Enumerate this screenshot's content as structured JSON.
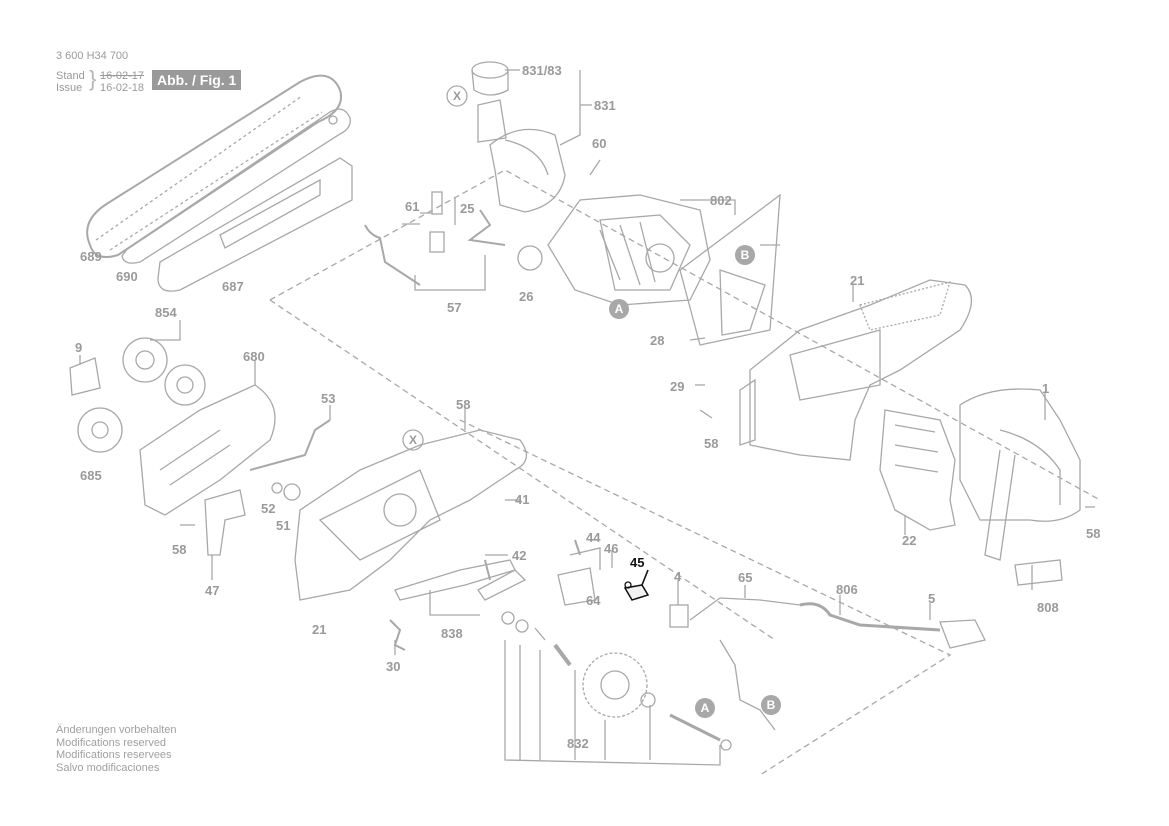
{
  "header": {
    "part_number": "3 600 H34 700",
    "stand_label": "Stand",
    "issue_label": "Issue",
    "stand_date": "16-02-17",
    "issue_date": "16-02-18",
    "figure_label": "Abb. / Fig. 1"
  },
  "notes": [
    "Änderungen vorbehalten",
    "Modifications reserved",
    "Modifications reservees",
    "Salvo modificaciones"
  ],
  "callouts": {
    "c831_83": "831/83",
    "c831": "831",
    "c60": "60",
    "c802": "802",
    "c61": "61",
    "c25": "25",
    "c689": "689",
    "c690": "690",
    "c687": "687",
    "c57": "57",
    "c26": "26",
    "c21a": "21",
    "c28": "28",
    "c29": "29",
    "c58a": "58",
    "c854": "854",
    "c9": "9",
    "c680": "680",
    "c53": "53",
    "c58b": "58",
    "c1": "1",
    "c685": "685",
    "c52": "52",
    "c51": "51",
    "c41": "41",
    "c58c": "58",
    "c47": "47",
    "c44": "44",
    "c46": "46",
    "c45": "45",
    "c42": "42",
    "c4": "4",
    "c65": "65",
    "c806": "806",
    "c5": "5",
    "c22": "22",
    "c58d": "58",
    "c808": "808",
    "c64": "64",
    "c21b": "21",
    "c838": "838",
    "c30": "30",
    "c832": "832"
  },
  "markers": {
    "x_top": "X",
    "x_mid": "X",
    "a_top": "A",
    "b_top": "B",
    "a_bot": "A",
    "b_bot": "B"
  },
  "colors": {
    "line": "#a8a8a8",
    "label": "#9a9a9a",
    "highlight": "#111111",
    "marker_fill": "#a8a8a8"
  }
}
